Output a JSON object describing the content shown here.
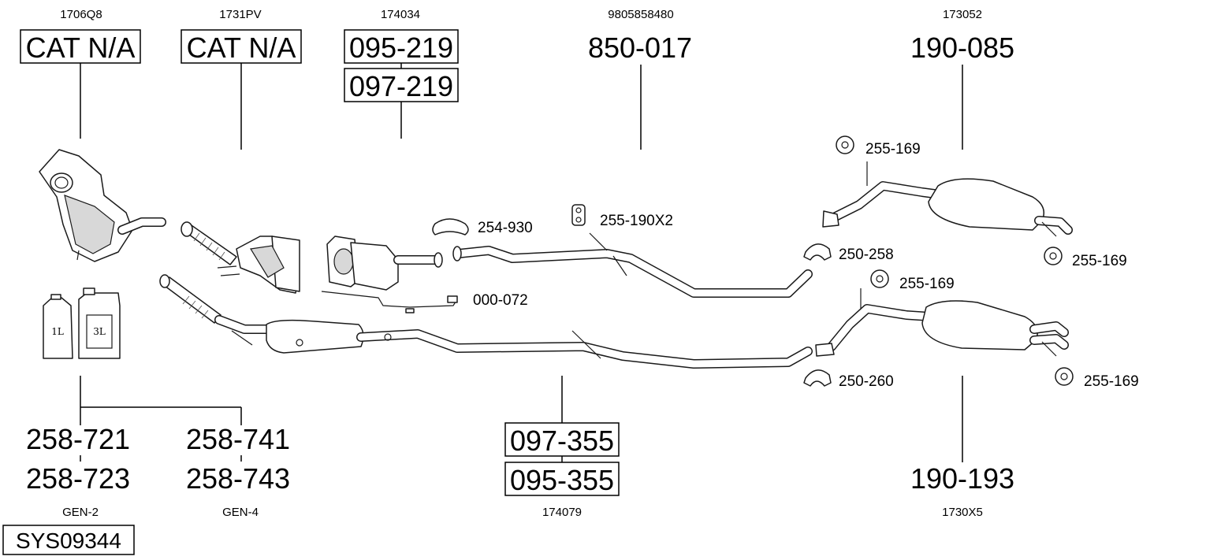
{
  "diagram": {
    "parts": {
      "cat1": {
        "ref": "1706Q8",
        "code": "CAT N/A"
      },
      "cat2": {
        "ref": "1731PV",
        "code": "CAT N/A"
      },
      "dpf": {
        "ref": "174034",
        "code_a": "095-219",
        "code_b": "097-219"
      },
      "middle_pipe": {
        "ref": "9805858480",
        "code": "850-017"
      },
      "rear_silencer_top": {
        "ref": "173052",
        "code": "190-085"
      },
      "rear_silencer_bottom": {
        "ref": "1730X5",
        "code": "190-193"
      },
      "center_assembly": {
        "ref": "174079",
        "code_a": "097-355",
        "code_b": "095-355"
      },
      "additive_gen2": {
        "code_a": "258-721",
        "code_b": "258-723",
        "name": "GEN-2"
      },
      "additive_gen4": {
        "code_a": "258-741",
        "code_b": "258-743",
        "name": "GEN-4"
      },
      "bottle_small": {
        "label": "1L"
      },
      "bottle_large": {
        "label": "3L"
      }
    },
    "small_parts": {
      "clamp_254_930": "254-930",
      "hanger_255_190": "255-190X2",
      "sensor_000_072": "000-072",
      "clamp_250_258": "250-258",
      "clamp_250_260": "250-260",
      "rubber_top_1": "255-169",
      "rubber_top_2": "255-169",
      "rubber_bottom_1": "255-169",
      "rubber_bottom_2": "255-169"
    },
    "system_id": "SYS09344"
  }
}
